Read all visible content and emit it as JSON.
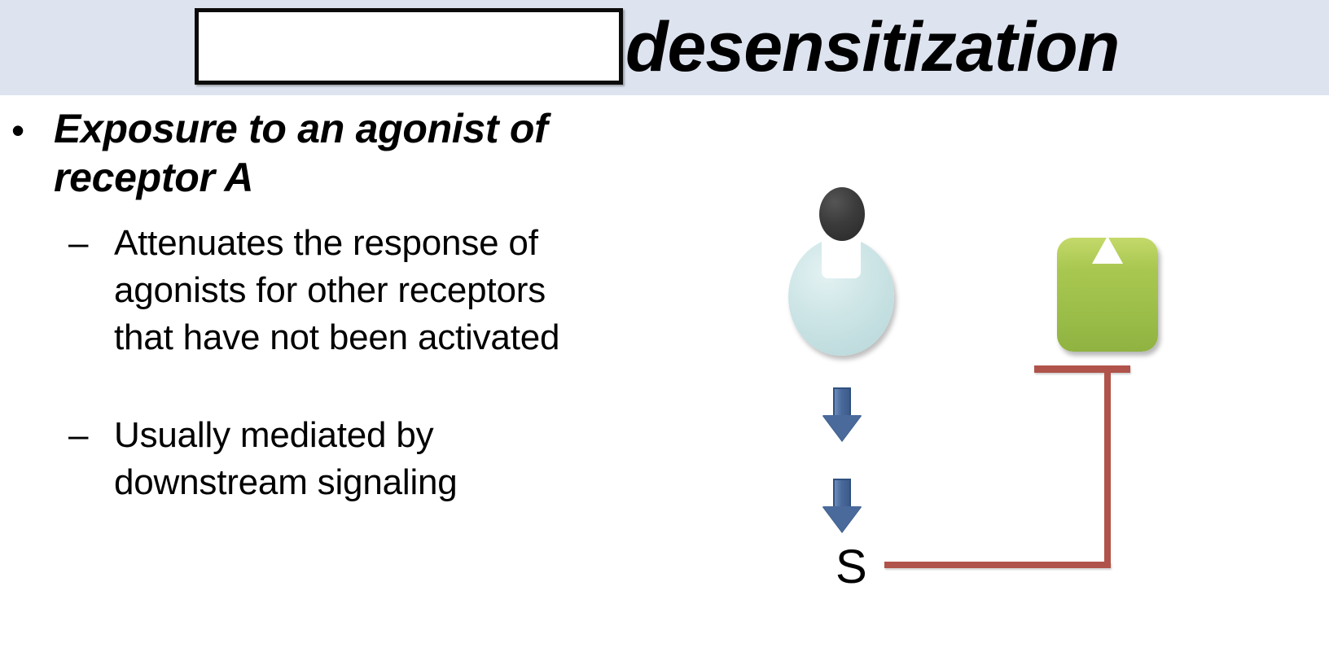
{
  "slide": {
    "title": {
      "blank_box_value": "",
      "text": "desensitization"
    },
    "body": {
      "level1": [
        {
          "bullet": "•",
          "text": "Exposure to an agonist of receptor A"
        }
      ],
      "level2": [
        {
          "dash": "–",
          "text": "Attenuates the response of agonists for other receptors that have not been activated"
        },
        {
          "dash": "–",
          "text": "Usually mediated by downstream signaling"
        }
      ]
    },
    "diagram": {
      "labels": {
        "signal": "S"
      },
      "icons": {
        "ligand": "ligand-ellipse-icon",
        "receptor_a": "receptor-a-icon",
        "receptor_b": "receptor-b-icon",
        "arrow_1": "arrow-down-icon",
        "arrow_2": "arrow-down-icon",
        "inhibition": "inhibition-bar-icon"
      },
      "colors": {
        "title_band": "#dde3ef",
        "receptor_a": "#c3dfe0",
        "ligand": "#333333",
        "receptor_b": "#a1c24c",
        "arrow": "#4a6a9c",
        "inhibition": "#b0534a",
        "text": "#000000"
      }
    }
  }
}
